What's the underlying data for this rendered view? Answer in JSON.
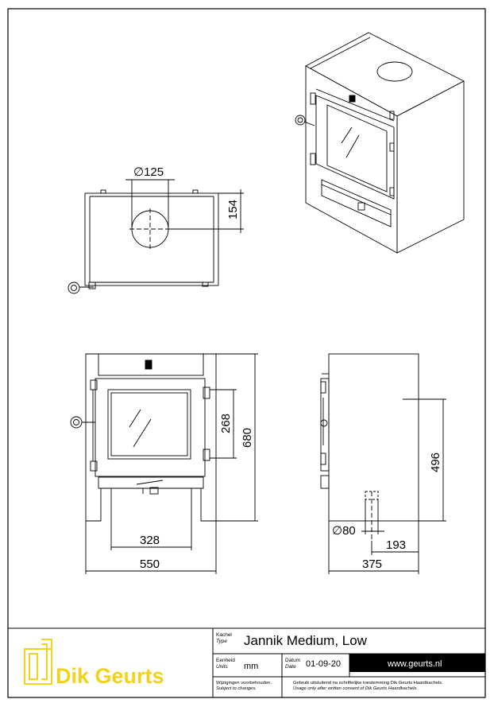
{
  "dimensions": {
    "flue_diameter": "∅125",
    "flue_offset": "154",
    "door_height": "268",
    "total_height": "680",
    "leg_spacing": "328",
    "total_width": "550",
    "flue_height": "496",
    "rear_flue_diameter": "∅80",
    "rear_flue_offset": "193",
    "total_depth": "375"
  },
  "title_block": {
    "type_label_nl": "Kachel",
    "type_label_en": "Type",
    "product_name": "Jannik Medium, Low",
    "units_label_nl": "Eenheid",
    "units_label_en": "Units",
    "units_value": "mm",
    "date_label_nl": "Datum",
    "date_label_en": "Date",
    "date_value": "01-09-20",
    "website": "www.geurts.nl",
    "changes_note_nl": "Wijzigingen voorbehouden.",
    "changes_note_en": "Subject to changes.",
    "usage_note_nl": "Gebruik uitsluitend na schriftelijke toestemming Dik Geurts Haardkachels.",
    "usage_note_en": "Usage only after written consent of Dik Geurts Haardkachels.",
    "logo_text": "Dik Geurts"
  },
  "colors": {
    "logo": "#f2d21a",
    "line": "#000000",
    "web_bar": "#000000"
  }
}
